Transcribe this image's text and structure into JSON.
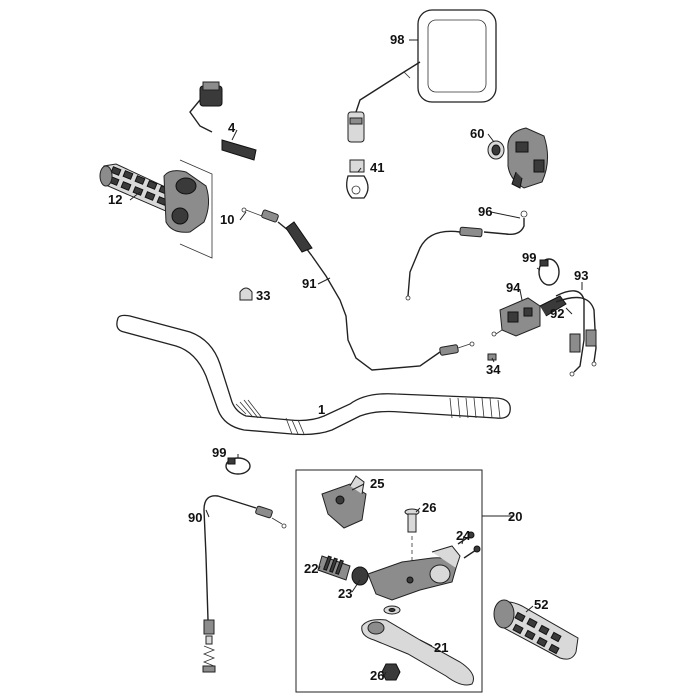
{
  "labels": {
    "p1": "1",
    "p4": "4",
    "p10": "10",
    "p12": "12",
    "p20": "20",
    "p21": "21",
    "p22": "22",
    "p23": "23",
    "p24": "24",
    "p25": "25",
    "p26a": "26",
    "p26b": "26",
    "p33": "33",
    "p34": "34",
    "p41": "41",
    "p52": "52",
    "p60": "60",
    "p90": "90",
    "p91": "91",
    "p92": "92",
    "p93": "93",
    "p94": "94",
    "p96": "96",
    "p98": "98",
    "p99a": "99",
    "p99b": "99"
  }
}
